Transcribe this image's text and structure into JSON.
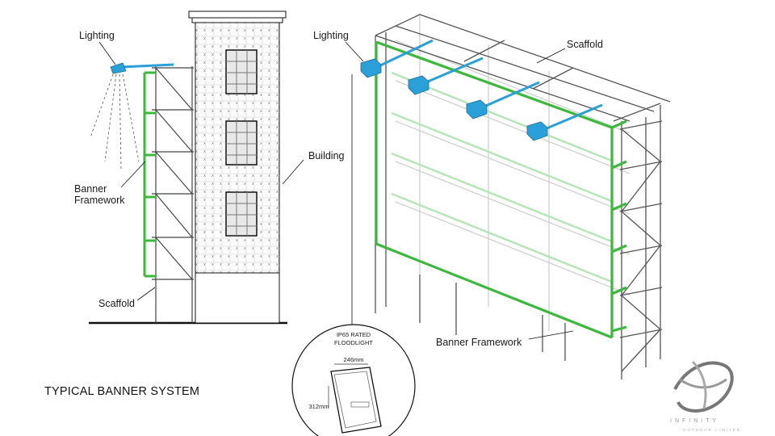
{
  "labels": {
    "left_lighting": "Lighting",
    "banner_framework_line1": "Banner",
    "banner_framework_line2": "Framework",
    "left_scaffold": "Scaffold",
    "building": "Building",
    "right_lighting": "Lighting",
    "right_scaffold": "Scaffold",
    "right_banner_framework": "Banner Framework"
  },
  "title": "TYPICAL BANNER SYSTEM",
  "floodlight": {
    "rating_line1": "IP65 RATED",
    "rating_line2": "FLOODLIGHT",
    "width": "246mm",
    "height": "312mm"
  },
  "logo": {
    "name": "INFINITY",
    "tagline": "OUTDOOR LIMITED"
  },
  "colors": {
    "banner_framework": "#3cb83c",
    "banner_framework_faded": "#b6e6b6",
    "lighting": "#2a9fd8",
    "scaffold_line": "#555555",
    "ink": "#1a1a1a"
  }
}
